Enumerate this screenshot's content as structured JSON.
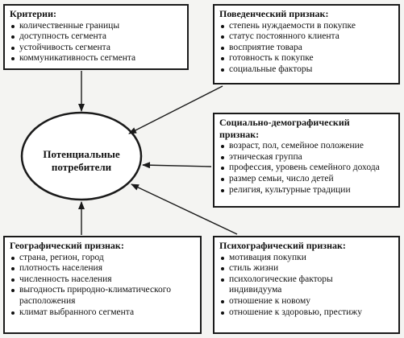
{
  "center": {
    "line1": "Потенциальные",
    "line2": "потребители"
  },
  "criteria": {
    "title": "Критерии:",
    "items": [
      "количественные границы",
      "доступность сегмента",
      "устойчивость сегмента",
      "коммуникативность сегмента"
    ]
  },
  "behavior": {
    "title": "Поведенческий признак:",
    "items": [
      "степень нуждаемости в покупке",
      "статус постоянного клиента",
      "восприятие товара",
      "готовность к покупке",
      "социальные факторы"
    ]
  },
  "sociodemo": {
    "title_line1": "Социально-демографический",
    "title_line2": "признак:",
    "items": [
      "возраст, пол, семейное положение",
      "этническая группа",
      "профессия, уровень семейного дохода",
      "размер семьи, число детей",
      "религия, культурные традиции"
    ]
  },
  "geo": {
    "title": "Географический признак:",
    "items": [
      "страна, регион, город",
      "плотность населения",
      "численность населения",
      "выгодность природно-климатического"
    ],
    "item_cont": "расположения",
    "last_item": "климат выбранного сегмента"
  },
  "psycho": {
    "title": "Психографический признак:",
    "items": [
      "мотивация покупки",
      "стиль жизни",
      "психологические факторы"
    ],
    "item_cont": "индивидуума",
    "last_items": [
      "отношение к новому",
      "отношение к здоровью, престижу"
    ]
  }
}
